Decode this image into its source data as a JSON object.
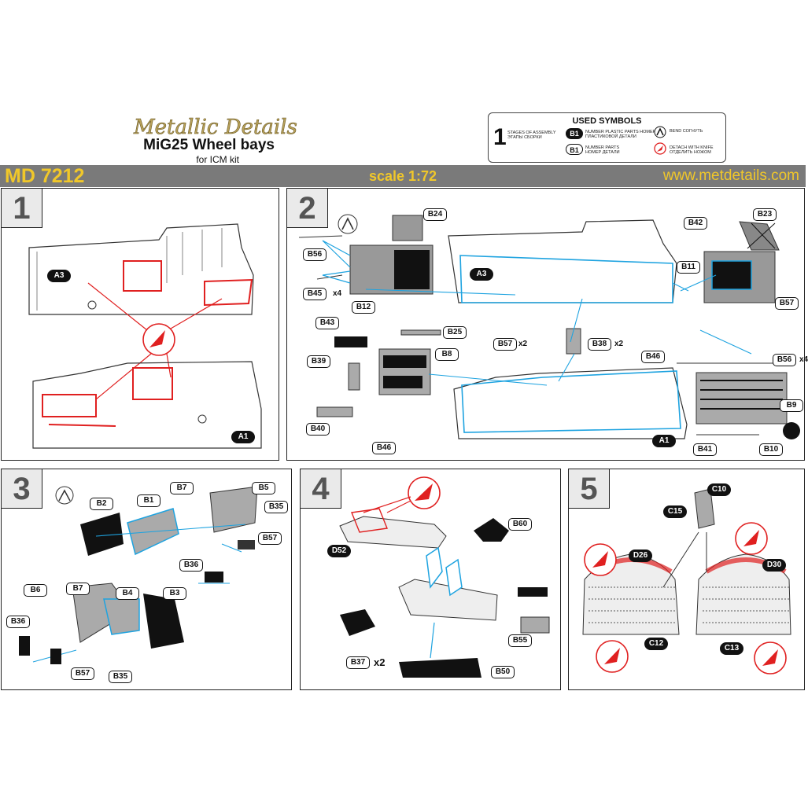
{
  "header": {
    "brand": "Metallic Details",
    "title": "MiG25 Wheel bays",
    "subtitle": "for ICM kit",
    "code": "MD 7212",
    "scale": "scale 1:72",
    "url": "www.metdetails.com"
  },
  "symbols": {
    "heading": "USED SYMBOLS",
    "stage_num": "1",
    "stage_text": "STAGES OF ASSEMBLY ЭТАПЫ СБОРКИ",
    "plastic_pill": "B1",
    "plastic_text": "NUMBER PLASTIC PARTS НОМЕР ПЛАСТИКОВОЙ ДЕТАЛИ",
    "parts_pill": "B1",
    "parts_text": "NUMBER PARTS НОМЕР ДЕТАЛИ",
    "bend_text": "BEND СОГНУТЬ",
    "detach_text": "DETACH WITH KNIFE ОТДЕЛИТЬ НОЖОМ"
  },
  "steps": {
    "s1": {
      "number": "1",
      "labels": [
        "A3",
        "A1"
      ]
    },
    "s2": {
      "number": "2",
      "labels": [
        "B56",
        "B45",
        "B12",
        "B24",
        "B43",
        "B39",
        "B40",
        "B46",
        "B25",
        "B8",
        "B57",
        "B38",
        "A3",
        "A1",
        "B42",
        "B23",
        "B11",
        "B57",
        "B46",
        "B56",
        "B9",
        "B10",
        "B41"
      ],
      "mult": {
        "b45": "x4",
        "b57": "x2",
        "b38": "x2",
        "b56": "x4"
      }
    },
    "s3": {
      "number": "3",
      "labels": [
        "B2",
        "B1",
        "B7",
        "B5",
        "B35",
        "B57",
        "B36",
        "B6",
        "B7",
        "B4",
        "B3",
        "B36",
        "B57",
        "B35"
      ]
    },
    "s4": {
      "number": "4",
      "labels": [
        "D52",
        "B60",
        "B55",
        "B37",
        "B50"
      ],
      "mult": {
        "b37": "x2"
      }
    },
    "s5": {
      "number": "5",
      "labels": [
        "C10",
        "C15",
        "D26",
        "D30",
        "C12",
        "C13"
      ]
    }
  },
  "colors": {
    "accent": "#f0c72a",
    "bar": "#7a7a7a",
    "blue": "#1ea3e0",
    "red": "#e02020"
  }
}
